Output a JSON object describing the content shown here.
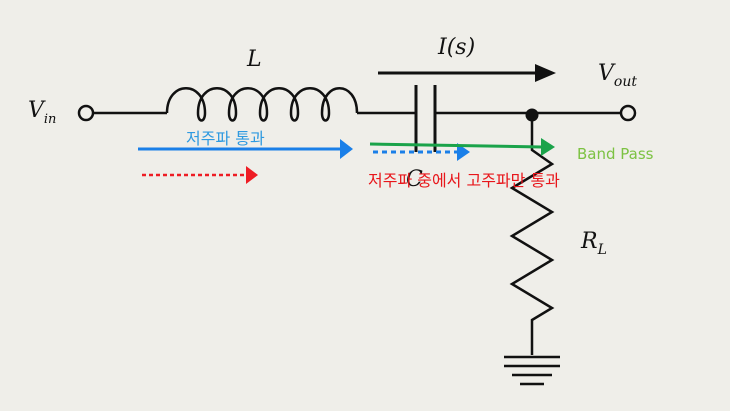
{
  "circuit": {
    "vin_label": {
      "main": "V",
      "sub": "in"
    },
    "inductor_label": "L",
    "current_label": "I(s)",
    "vout_label": {
      "main": "V",
      "sub": "out"
    },
    "capacitor_label": "C",
    "resistor_label": {
      "main": "R",
      "sub": "L"
    }
  },
  "annotations": {
    "low_pass_text": "저주파 통과",
    "high_among_low_text": "저주파 중에서 고주파만 통과",
    "band_pass_text": "Band Pass"
  },
  "colors": {
    "wire": "#111111",
    "blue": "#1a7fe8",
    "red": "#ee1c24",
    "green": "#1aa34a",
    "band_pass_text": "#7cc242"
  }
}
